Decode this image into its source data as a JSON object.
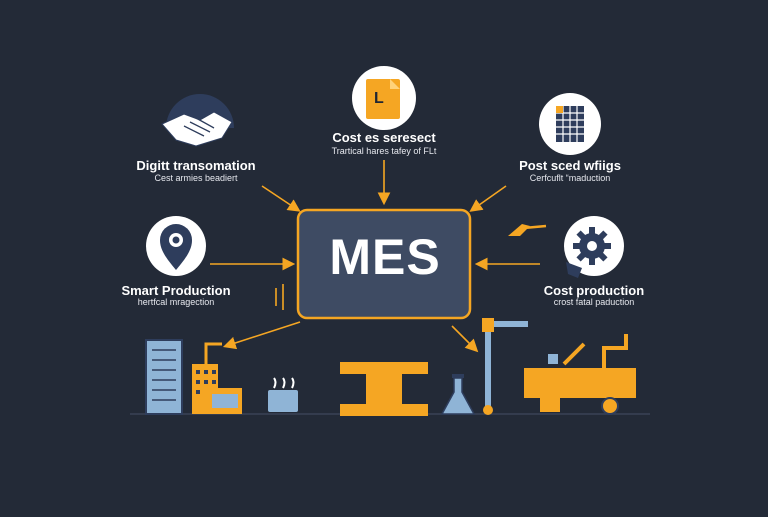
{
  "center": {
    "label": "MES"
  },
  "document_icon_letter": "L",
  "nodes": {
    "top": {
      "title": "Cost es seresect",
      "subtitle": "Trartical hares tafey of FLt"
    },
    "top_left": {
      "title": "Digitt transomation",
      "subtitle": "Cest armies beadiert"
    },
    "top_right": {
      "title": "Post sced wfiigs",
      "subtitle": "Cerfcuflt “maduction"
    },
    "mid_left": {
      "title": "Smart Production",
      "subtitle": "hertfcal mragection"
    },
    "mid_right": {
      "title": "Cost production",
      "subtitle": "crost fatal paduction"
    }
  },
  "colors": {
    "background": "#232a37",
    "accent_orange": "#f5a623",
    "center_fill": "#3e4b63",
    "icon_navy": "#2e3d5c",
    "light_blue": "#8fb4d6"
  }
}
